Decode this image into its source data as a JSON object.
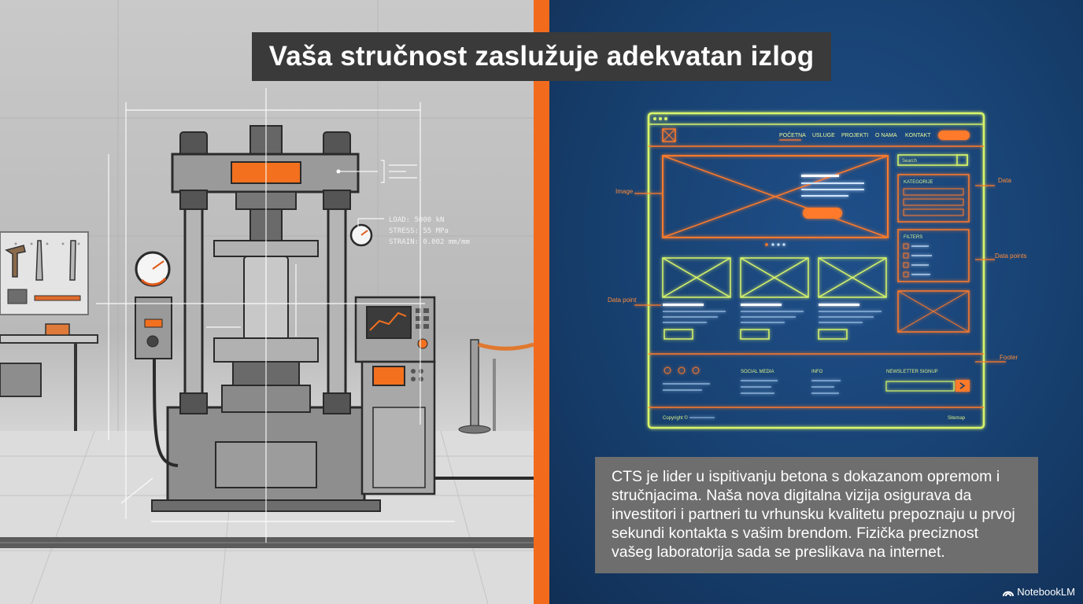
{
  "title": "Vaša stručnost zaslužuje adekvatan izlog",
  "description": "CTS je lider u ispitivanju betona s dokazanom opremom i stručnjacima. Naša nova digitalna vizija osigurava da investitori i partneri tu vrhunsku kvalitetu prepoznaju u prvoj sekundi kontakta s vašim brendom. Fizička preciznost vašeg laboratorija sada se preslikava na internet.",
  "watermark": "NotebookLM",
  "press_annotation": {
    "load": "LOAD: 5000 kN",
    "stress": "STRESS: 55 MPa",
    "strain": "STRAIN: 0.002 mm/mm"
  },
  "wireframe": {
    "nav": [
      "POČETNA",
      "USLUGE",
      "PROJEKTI",
      "O NAMA",
      "KONTAKT"
    ],
    "search_placeholder": "Search",
    "sidebar_top_title": "KATEGORIJE",
    "sidebar_filters_title": "FILTERS",
    "footer_social": "SOCIAL MEDIA",
    "footer_info": "INFO",
    "footer_newsletter": "NEWSLETTER SIGNUP",
    "copyright": "Copyright ©",
    "footer_right": "Sitemap"
  },
  "callouts": {
    "image": "Image",
    "data": "Data",
    "data_points": "Data points",
    "data_point": "Data point",
    "footer": "Footer"
  },
  "colors": {
    "accent_orange": "#f26b1d",
    "wire_green": "#d8f56a",
    "wire_orange": "#ff7a2a",
    "blueprint_blue": "#17406f"
  }
}
